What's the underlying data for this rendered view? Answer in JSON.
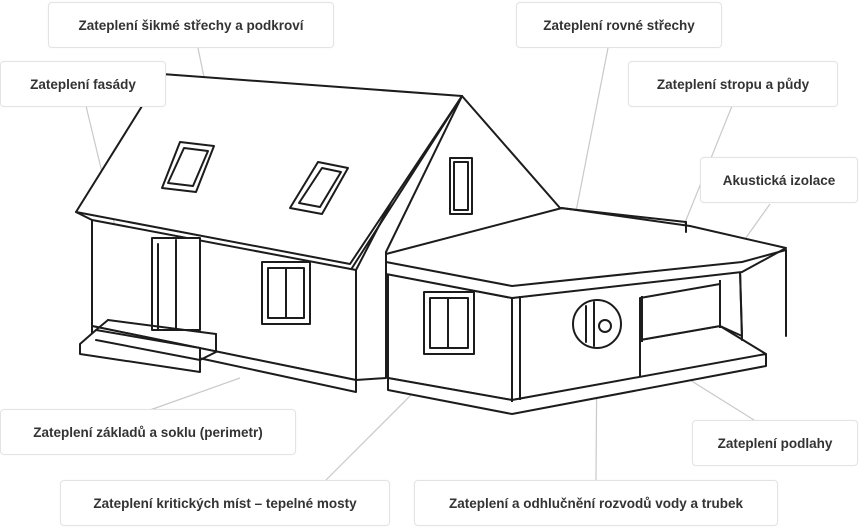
{
  "labels": {
    "pitched_roof": "Zateplení šikmé střechy a podkroví",
    "facade": "Zateplení fasády",
    "flat_roof": "Zateplení rovné střechy",
    "ceiling_attic": "Zateplení stropu a půdy",
    "acoustic": "Akustická izolace",
    "foundation": "Zateplení základů a soklu (perimetr)",
    "floor": "Zateplení podlahy",
    "thermal_bridges": "Zateplení kritických míst – tepelné mosty",
    "pipes": "Zateplení a odhlučnění rozvodů vody a trubek"
  },
  "colors": {
    "line": "#1c1c1c",
    "leader": "#c9c9c9",
    "label_border": "#e3e3e3",
    "label_text": "#333333",
    "background": "#ffffff"
  }
}
